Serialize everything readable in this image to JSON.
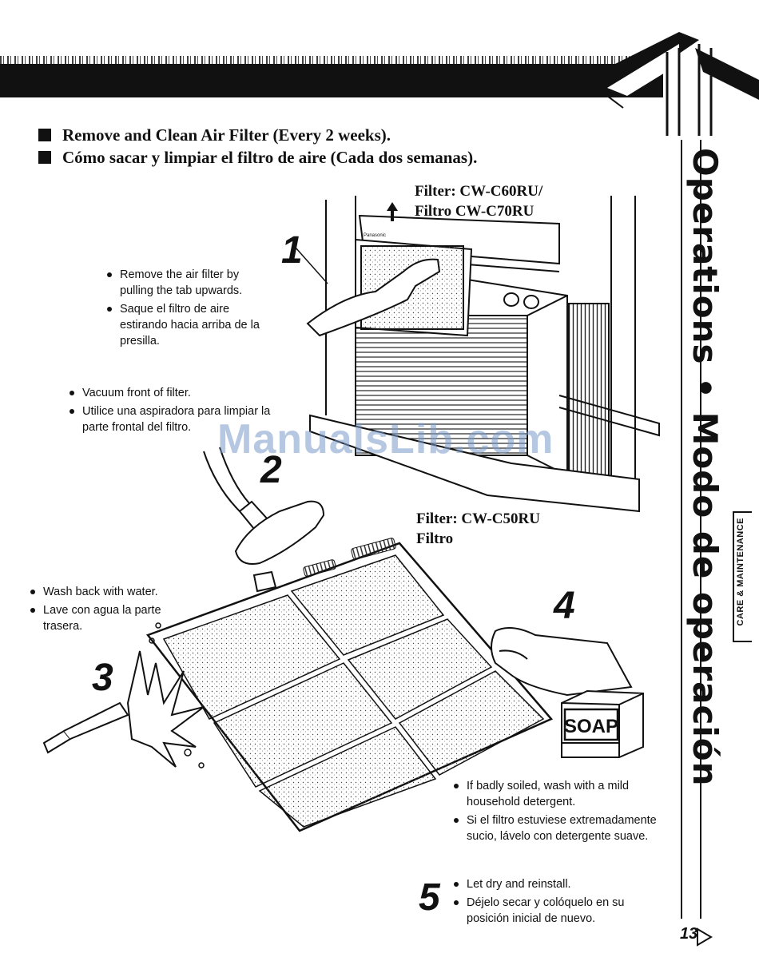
{
  "headings": {
    "en": "Remove and Clean Air Filter (Every 2 weeks).",
    "es": "Cómo sacar y limpiar el filtro de aire (Cada dos semanas)."
  },
  "filter_labels": {
    "top_line1": "Filter:  CW-C60RU/",
    "top_line2": "Filtro   CW-C70RU",
    "mid_line1": "Filter:  CW-C50RU",
    "mid_line2": "Filtro"
  },
  "steps": {
    "s1": "1",
    "s2": "2",
    "s3": "3",
    "s4": "4",
    "s5": "5"
  },
  "notes": {
    "step1": [
      "Remove the air filter by pulling the tab upwards.",
      "Saque el filtro de aire estirando hacia arriba de la presilla."
    ],
    "step2": [
      "Vacuum front of filter.",
      "Utilice una aspiradora para limpiar la parte frontal del filtro."
    ],
    "step3": [
      "Wash back with water.",
      "Lave con agua la parte trasera."
    ],
    "step4": [
      "If badly soiled, wash with a mild household detergent.",
      "Si el filtro estuviese extremadamente sucio, lávelo con detergente suave."
    ],
    "step5": [
      "Let dry and reinstall.",
      "Déjelo secar y colóquelo en su posición inicial de nuevo."
    ]
  },
  "soap_label": "SOAP",
  "brand_on_unit": "Panasonic",
  "sidebar": {
    "title": "Operations • Modo de operación",
    "tab": "CARE & MAINTENANCE"
  },
  "page_number": "13",
  "watermark": "ManualsLib.com",
  "icons": {
    "corner": "panasonic-corner-logo-icon",
    "page_arrow": "page-arrow-icon",
    "soap": "soap-box-icon",
    "filter": "air-filter-icon",
    "vacuum": "vacuum-nozzle-icon",
    "hose": "water-hose-icon",
    "air_conditioner": "air-conditioner-icon"
  }
}
